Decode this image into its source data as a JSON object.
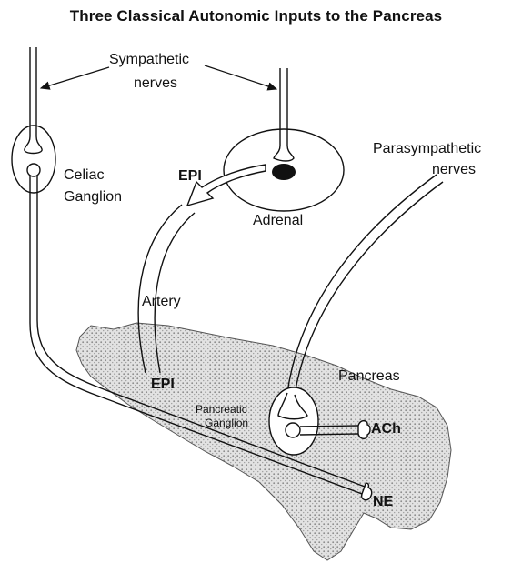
{
  "title": "Three Classical Autonomic Inputs to the Pancreas",
  "labels": {
    "sympathetic_1": "Sympathetic",
    "sympathetic_2": "nerves",
    "celiac_1": "Celiac",
    "celiac_2": "Ganglion",
    "epi_top": "EPI",
    "adrenal": "Adrenal",
    "parasympathetic_1": "Parasympathetic",
    "parasympathetic_2": "nerves",
    "artery": "Artery",
    "pancreas": "Pancreas",
    "epi_bottom": "EPI",
    "pancreatic_ganglion_1": "Pancreatic",
    "pancreatic_ganglion_2": "Ganglion",
    "ach": "ACh",
    "ne": "NE"
  },
  "colors": {
    "ink": "#111111",
    "stipple": "#d4d4d4",
    "background": "#ffffff"
  }
}
